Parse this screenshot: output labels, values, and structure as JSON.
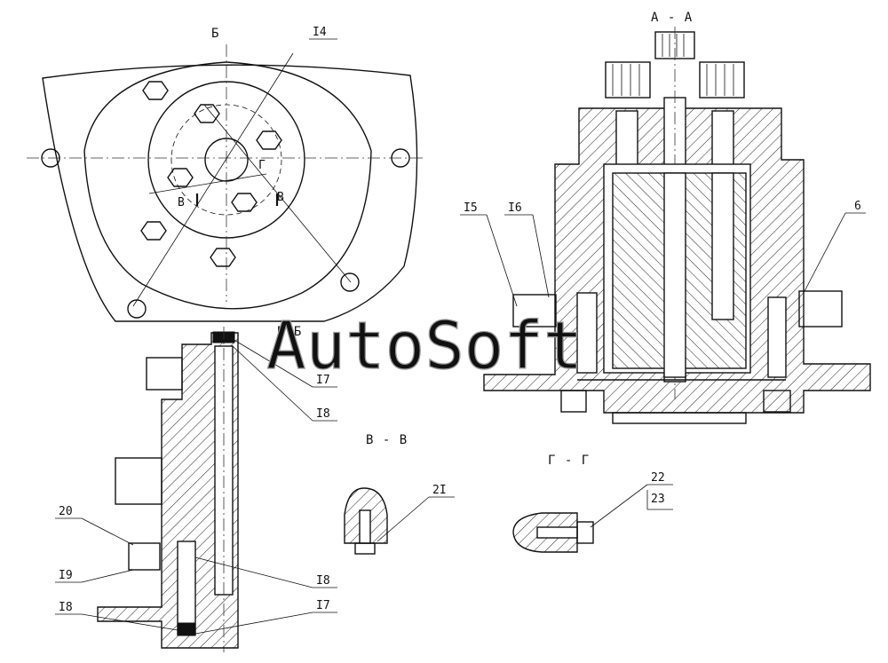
{
  "views": {
    "view_b": "Б",
    "section_aa": "А - А",
    "section_bb": "Б-Б",
    "section_vv": "В - В",
    "section_gg": "Г - Г",
    "cut_v_left": "В",
    "cut_v_right": "В",
    "cut_g": "Г"
  },
  "callouts": {
    "c14": "I4",
    "c15": "I5",
    "c16": "I6",
    "c6": "6",
    "c17_top": "I7",
    "c18_top": "I8",
    "c21": "2I",
    "c22": "22",
    "c23": "23",
    "c20": "20",
    "c19": "I9",
    "c18_mid": "I8",
    "c18_bottom": "I8",
    "c17_bottom": "I7"
  },
  "watermark": "AutoSoft"
}
